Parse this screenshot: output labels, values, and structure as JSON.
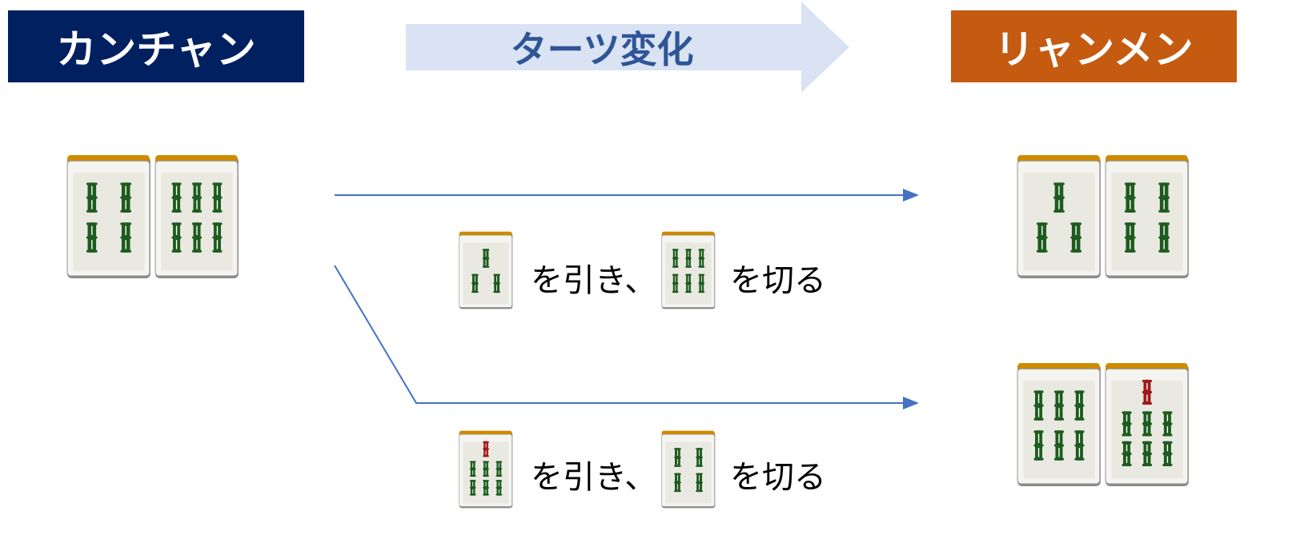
{
  "colors": {
    "navy": "#002060",
    "orange": "#c55a11",
    "arrow_fill": "#dae3f3",
    "arrow_text": "#2f5597",
    "line": "#4472c4",
    "bamboo": "#1e5b1e",
    "red": "#a01818",
    "tile_top": "#d08a00"
  },
  "header": {
    "left": "カンチャン",
    "center": "ターツ変化",
    "right": "リャンメン"
  },
  "start_tiles": [
    "sou-4",
    "sou-6"
  ],
  "routes": [
    {
      "draw": "sou-3",
      "draw_text": "を引き、",
      "discard": "sou-6",
      "discard_text": "を切る",
      "result": [
        "sou-3",
        "sou-4"
      ]
    },
    {
      "draw": "sou-7",
      "draw_text": "を引き、",
      "discard": "sou-4",
      "discard_text": "を切る",
      "result": [
        "sou-6",
        "sou-7"
      ]
    }
  ]
}
